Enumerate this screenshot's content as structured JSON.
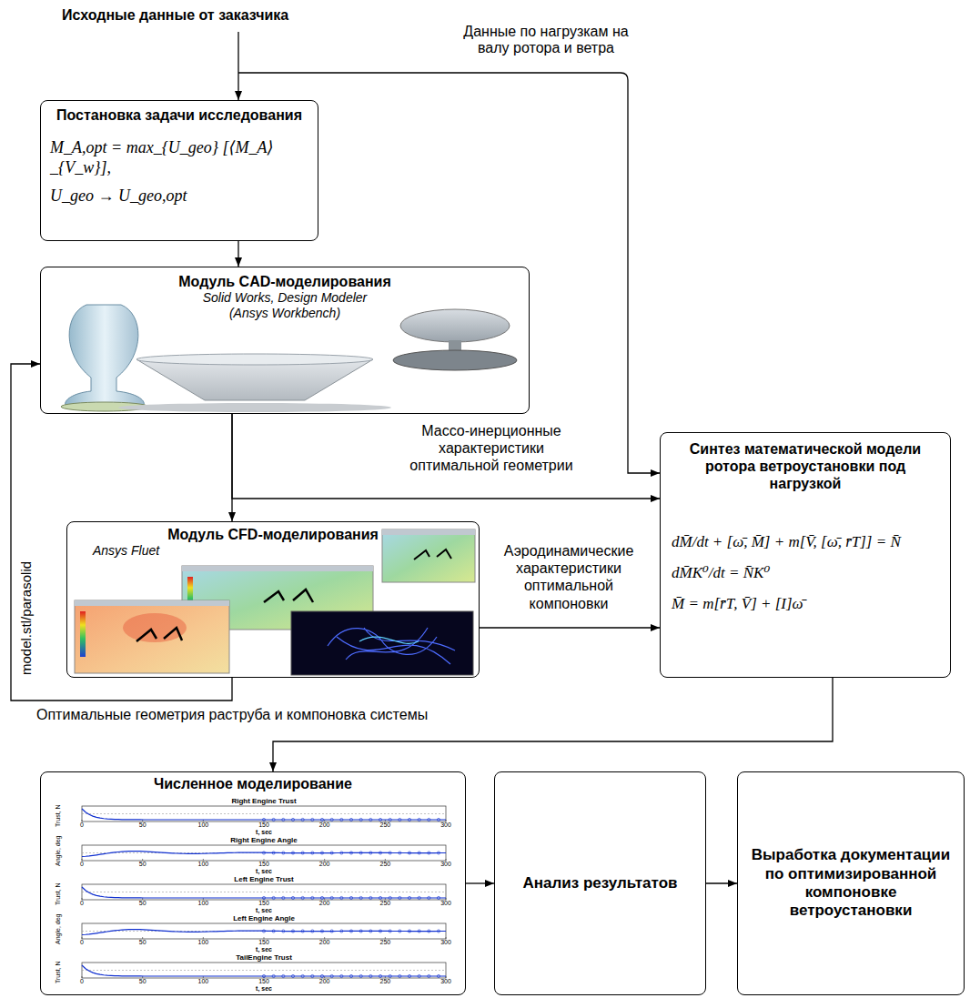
{
  "diagram": {
    "nodes": [
      {
        "text": [
          "Постановка задачи исследования",
          "M_A,opt = max_{U_geo} [⟨M_A⟩_{V_w}],",
          "U_geo → U_geo,opt"
        ]
      },
      {
        "text": [
          "Модуль CAD-моделирования",
          "Solid Works, Design Modeler (Ansys Workbench)"
        ]
      },
      {
        "text": [
          "Модуль CFD-моделирования",
          "Ansys Fluet"
        ]
      },
      {
        "text": [
          "Синтез математической модели ротора ветроустановки под нагрузкой",
          "dM̄/dt + [ω̄, M̄] + m[V̄, [ω̄, r̄Т]] = N̄",
          "dM̄K⁰/dt = N̄K⁰",
          "M̄ = m[r̄Т, V̄] + [I]ω̄"
        ]
      },
      {
        "text": [
          "Численное моделирование"
        ]
      },
      {
        "text": [
          "Анализ результатов"
        ]
      },
      {
        "text": [
          "Выработка документации по оптимизированной компоновке ветроустановки"
        ]
      }
    ],
    "edges": [
      {
        "from": 0,
        "to": 1,
        "arrow": "to"
      },
      {
        "from": 1,
        "to": 2,
        "arrow": "to"
      },
      {
        "from": 1,
        "to": 3,
        "label": "Массо-инерционные характеристики оптимальной геометрии",
        "arrow": "to"
      },
      {
        "from": 2,
        "to": 3,
        "label": "Аэродинамические характеристики оптимальной компоновки",
        "arrow": "to"
      },
      {
        "from": 2,
        "to": 1,
        "label": "Оптимальные геометрия раструба и компоновка системы",
        "arrow": "to"
      },
      {
        "from": 3,
        "to": 4,
        "arrow": "to"
      },
      {
        "from": 4,
        "to": 5,
        "arrow": "to"
      },
      {
        "from": 5,
        "to": 6,
        "arrow": "to"
      }
    ],
    "labels": [
      "Исходные данные от заказчика",
      "Данные по нагрузкам на валу ротора и ветра",
      "model.stl/parasolid",
      "Right Engine Trust",
      "Trust, N",
      "0",
      "50",
      "100",
      "150",
      "200",
      "250",
      "300",
      "t, sec",
      "Right Engine Angle",
      "Angle, deg",
      "0",
      "50",
      "100",
      "150",
      "200",
      "250",
      "300",
      "t, sec",
      "Left Engine Trust",
      "Trust, N",
      "0",
      "50",
      "100",
      "150",
      "200",
      "250",
      "300",
      "t, sec",
      "Left Engine Angle",
      "Angle, deg",
      "0",
      "50",
      "100",
      "150",
      "200",
      "250",
      "300",
      "t, sec",
      "TailEngine Trust",
      "Trust, N",
      "0",
      "50",
      "100",
      "150",
      "200",
      "250",
      "300",
      "t, sec"
    ]
  }
}
